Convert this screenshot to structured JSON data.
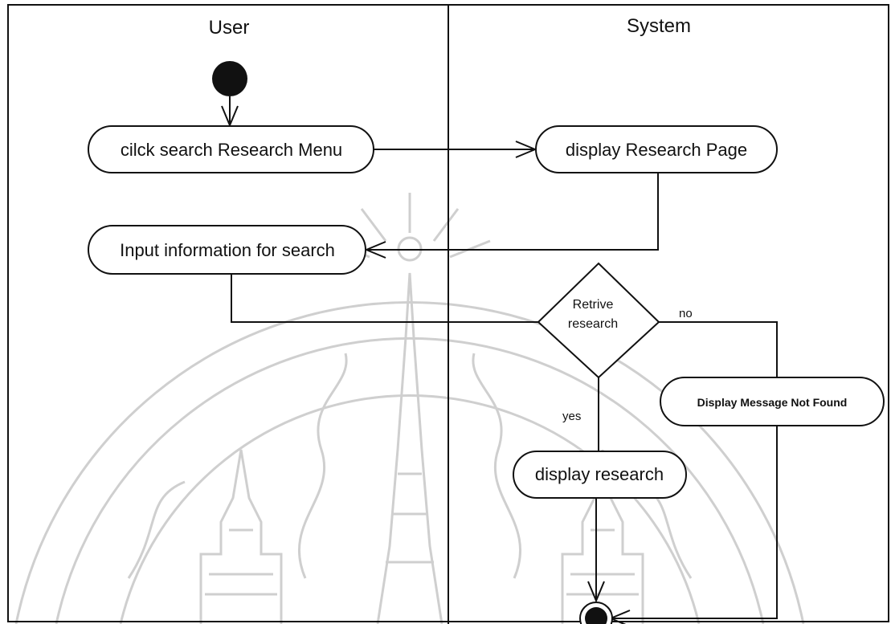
{
  "swimlanes": {
    "left": {
      "title": "User"
    },
    "right": {
      "title": "System"
    }
  },
  "nodes": {
    "click_menu": "cilck search Research Menu",
    "display_page": "display Research Page",
    "input_info": "Input information for search",
    "decision_line1": "Retrive",
    "decision_line2": "research",
    "not_found": "Display Message Not Found",
    "display_research": "display research"
  },
  "guards": {
    "no": "no",
    "yes": "yes"
  },
  "watermark": {
    "description": "university seal watermark",
    "color": "#c8c8c8"
  },
  "colors": {
    "stroke": "#111111",
    "fill": "#ffffff"
  }
}
